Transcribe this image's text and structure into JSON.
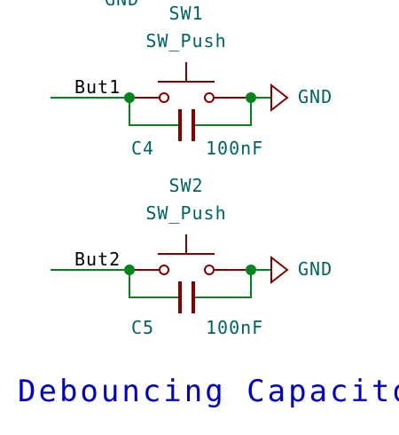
{
  "colors": {
    "wire": "#00841c",
    "component": "#840000",
    "reference_text": "#006464",
    "label_text": "#000000",
    "title_text": "#0000c8",
    "background": "#ffffff"
  },
  "top_partial_text": "GND",
  "circuits": [
    {
      "switch_ref": "SW1",
      "switch_value": "SW_Push",
      "net_label": "But1",
      "cap_ref": "C4",
      "cap_value": "100nF",
      "power_label": "GND"
    },
    {
      "switch_ref": "SW2",
      "switch_value": "SW_Push",
      "net_label": "But2",
      "cap_ref": "C5",
      "cap_value": "100nF",
      "power_label": "GND"
    }
  ],
  "title": "Debouncing Capacitor"
}
